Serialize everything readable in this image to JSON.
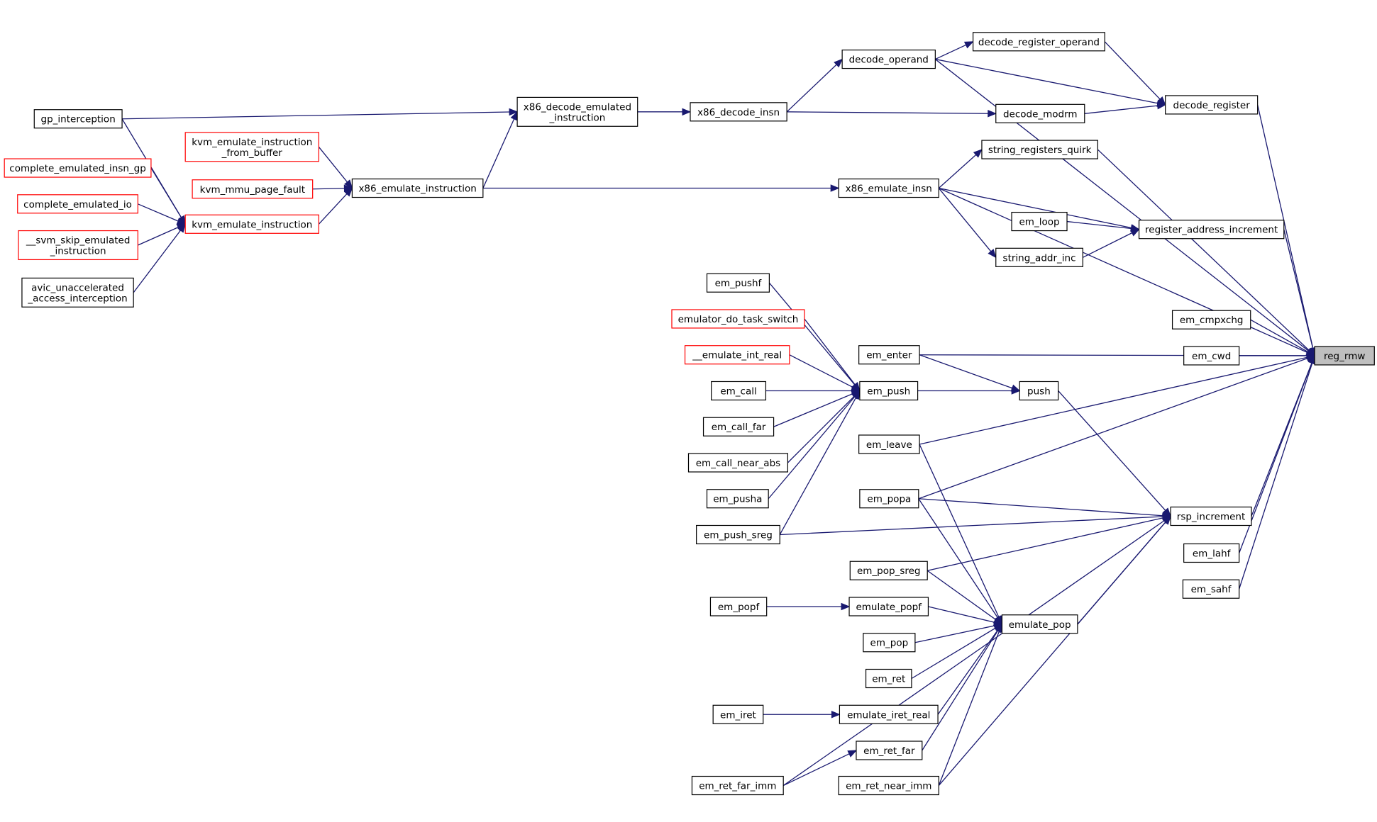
{
  "graph": {
    "root": "reg_rmw",
    "colors": {
      "edge": "#191970",
      "node_border": "#000000",
      "node_border_external": "#ff0000",
      "root_fill": "#bfbfbf",
      "background": "#ffffff"
    },
    "nodes": [
      {
        "id": "reg_rmw",
        "lines": [
          "reg_rmw"
        ],
        "style": "root"
      },
      {
        "id": "decode_register",
        "lines": [
          "decode_register"
        ],
        "style": "normal"
      },
      {
        "id": "decode_register_operand",
        "lines": [
          "decode_register_operand"
        ],
        "style": "normal"
      },
      {
        "id": "decode_operand",
        "lines": [
          "decode_operand"
        ],
        "style": "normal"
      },
      {
        "id": "decode_modrm",
        "lines": [
          "decode_modrm"
        ],
        "style": "normal"
      },
      {
        "id": "x86_decode_insn",
        "lines": [
          "x86_decode_insn"
        ],
        "style": "normal"
      },
      {
        "id": "x86_decode_emulated_instruction",
        "lines": [
          "x86_decode_emulated",
          "_instruction"
        ],
        "style": "normal"
      },
      {
        "id": "gp_interception",
        "lines": [
          "gp_interception"
        ],
        "style": "normal"
      },
      {
        "id": "kvm_emulate_instruction_from_buffer",
        "lines": [
          "kvm_emulate_instruction",
          "_from_buffer"
        ],
        "style": "external"
      },
      {
        "id": "complete_emulated_insn_gp",
        "lines": [
          "complete_emulated_insn_gp"
        ],
        "style": "external"
      },
      {
        "id": "kvm_mmu_page_fault",
        "lines": [
          "kvm_mmu_page_fault"
        ],
        "style": "external"
      },
      {
        "id": "x86_emulate_instruction",
        "lines": [
          "x86_emulate_instruction"
        ],
        "style": "normal"
      },
      {
        "id": "complete_emulated_io",
        "lines": [
          "complete_emulated_io"
        ],
        "style": "external"
      },
      {
        "id": "kvm_emulate_instruction",
        "lines": [
          "kvm_emulate_instruction"
        ],
        "style": "external"
      },
      {
        "id": "svm_skip_emulated_instruction",
        "lines": [
          "__svm_skip_emulated",
          "_instruction"
        ],
        "style": "external"
      },
      {
        "id": "avic_unaccelerated_access_interception",
        "lines": [
          "avic_unaccelerated",
          "_access_interception"
        ],
        "style": "normal"
      },
      {
        "id": "string_registers_quirk",
        "lines": [
          "string_registers_quirk"
        ],
        "style": "normal"
      },
      {
        "id": "x86_emulate_insn",
        "lines": [
          "x86_emulate_insn"
        ],
        "style": "normal"
      },
      {
        "id": "em_loop",
        "lines": [
          "em_loop"
        ],
        "style": "normal"
      },
      {
        "id": "register_address_increment",
        "lines": [
          "register_address_increment"
        ],
        "style": "normal"
      },
      {
        "id": "string_addr_inc",
        "lines": [
          "string_addr_inc"
        ],
        "style": "normal"
      },
      {
        "id": "em_pushf",
        "lines": [
          "em_pushf"
        ],
        "style": "normal"
      },
      {
        "id": "em_cmpxchg",
        "lines": [
          "em_cmpxchg"
        ],
        "style": "normal"
      },
      {
        "id": "emulator_do_task_switch",
        "lines": [
          "emulator_do_task_switch"
        ],
        "style": "external"
      },
      {
        "id": "em_cwd",
        "lines": [
          "em_cwd"
        ],
        "style": "normal"
      },
      {
        "id": "emulate_int_real",
        "lines": [
          "__emulate_int_real"
        ],
        "style": "external"
      },
      {
        "id": "em_enter",
        "lines": [
          "em_enter"
        ],
        "style": "normal"
      },
      {
        "id": "em_call",
        "lines": [
          "em_call"
        ],
        "style": "normal"
      },
      {
        "id": "em_push",
        "lines": [
          "em_push"
        ],
        "style": "normal"
      },
      {
        "id": "push",
        "lines": [
          "push"
        ],
        "style": "normal"
      },
      {
        "id": "em_call_far",
        "lines": [
          "em_call_far"
        ],
        "style": "normal"
      },
      {
        "id": "em_leave",
        "lines": [
          "em_leave"
        ],
        "style": "normal"
      },
      {
        "id": "em_call_near_abs",
        "lines": [
          "em_call_near_abs"
        ],
        "style": "normal"
      },
      {
        "id": "em_pusha",
        "lines": [
          "em_pusha"
        ],
        "style": "normal"
      },
      {
        "id": "em_popa",
        "lines": [
          "em_popa"
        ],
        "style": "normal"
      },
      {
        "id": "rsp_increment",
        "lines": [
          "rsp_increment"
        ],
        "style": "normal"
      },
      {
        "id": "em_push_sreg",
        "lines": [
          "em_push_sreg"
        ],
        "style": "normal"
      },
      {
        "id": "em_lahf",
        "lines": [
          "em_lahf"
        ],
        "style": "normal"
      },
      {
        "id": "em_pop_sreg",
        "lines": [
          "em_pop_sreg"
        ],
        "style": "normal"
      },
      {
        "id": "em_sahf",
        "lines": [
          "em_sahf"
        ],
        "style": "normal"
      },
      {
        "id": "em_popf",
        "lines": [
          "em_popf"
        ],
        "style": "normal"
      },
      {
        "id": "emulate_popf",
        "lines": [
          "emulate_popf"
        ],
        "style": "normal"
      },
      {
        "id": "emulate_pop",
        "lines": [
          "emulate_pop"
        ],
        "style": "normal"
      },
      {
        "id": "em_pop",
        "lines": [
          "em_pop"
        ],
        "style": "normal"
      },
      {
        "id": "em_ret",
        "lines": [
          "em_ret"
        ],
        "style": "normal"
      },
      {
        "id": "em_iret",
        "lines": [
          "em_iret"
        ],
        "style": "normal"
      },
      {
        "id": "emulate_iret_real",
        "lines": [
          "emulate_iret_real"
        ],
        "style": "normal"
      },
      {
        "id": "em_ret_far",
        "lines": [
          "em_ret_far"
        ],
        "style": "normal"
      },
      {
        "id": "em_ret_far_imm",
        "lines": [
          "em_ret_far_imm"
        ],
        "style": "normal"
      },
      {
        "id": "em_ret_near_imm",
        "lines": [
          "em_ret_near_imm"
        ],
        "style": "normal"
      }
    ],
    "edges": [
      [
        "decode_register",
        "reg_rmw"
      ],
      [
        "decode_operand",
        "reg_rmw"
      ],
      [
        "string_registers_quirk",
        "reg_rmw"
      ],
      [
        "register_address_increment",
        "reg_rmw"
      ],
      [
        "x86_emulate_insn",
        "reg_rmw"
      ],
      [
        "em_cmpxchg",
        "reg_rmw"
      ],
      [
        "em_cwd",
        "reg_rmw"
      ],
      [
        "em_enter",
        "reg_rmw"
      ],
      [
        "em_leave",
        "reg_rmw"
      ],
      [
        "em_popa",
        "reg_rmw"
      ],
      [
        "rsp_increment",
        "reg_rmw"
      ],
      [
        "em_lahf",
        "reg_rmw"
      ],
      [
        "em_sahf",
        "reg_rmw"
      ],
      [
        "decode_register_operand",
        "decode_register"
      ],
      [
        "decode_operand",
        "decode_register"
      ],
      [
        "decode_modrm",
        "decode_register"
      ],
      [
        "decode_operand",
        "decode_register_operand"
      ],
      [
        "x86_decode_insn",
        "decode_operand"
      ],
      [
        "x86_decode_insn",
        "decode_modrm"
      ],
      [
        "x86_decode_emulated_instruction",
        "x86_decode_insn"
      ],
      [
        "x86_emulate_instruction",
        "x86_decode_emulated_instruction"
      ],
      [
        "gp_interception",
        "x86_decode_emulated_instruction"
      ],
      [
        "gp_interception",
        "kvm_emulate_instruction"
      ],
      [
        "kvm_emulate_instruction_from_buffer",
        "x86_emulate_instruction"
      ],
      [
        "kvm_mmu_page_fault",
        "x86_emulate_instruction"
      ],
      [
        "kvm_emulate_instruction",
        "x86_emulate_instruction"
      ],
      [
        "complete_emulated_insn_gp",
        "kvm_emulate_instruction"
      ],
      [
        "complete_emulated_io",
        "kvm_emulate_instruction"
      ],
      [
        "svm_skip_emulated_instruction",
        "kvm_emulate_instruction"
      ],
      [
        "avic_unaccelerated_access_interception",
        "kvm_emulate_instruction"
      ],
      [
        "x86_emulate_insn",
        "string_registers_quirk"
      ],
      [
        "x86_emulate_instruction",
        "x86_emulate_insn"
      ],
      [
        "em_loop",
        "register_address_increment"
      ],
      [
        "string_addr_inc",
        "register_address_increment"
      ],
      [
        "x86_emulate_insn",
        "register_address_increment"
      ],
      [
        "x86_emulate_insn",
        "string_addr_inc"
      ],
      [
        "em_push",
        "push"
      ],
      [
        "em_enter",
        "push"
      ],
      [
        "push",
        "rsp_increment"
      ],
      [
        "em_pushf",
        "em_push"
      ],
      [
        "emulator_do_task_switch",
        "em_push"
      ],
      [
        "emulate_int_real",
        "em_push"
      ],
      [
        "em_call",
        "em_push"
      ],
      [
        "em_call_far",
        "em_push"
      ],
      [
        "em_call_near_abs",
        "em_push"
      ],
      [
        "em_pusha",
        "em_push"
      ],
      [
        "em_push_sreg",
        "em_push"
      ],
      [
        "em_popa",
        "rsp_increment"
      ],
      [
        "em_push_sreg",
        "rsp_increment"
      ],
      [
        "em_pop_sreg",
        "rsp_increment"
      ],
      [
        "emulate_pop",
        "rsp_increment"
      ],
      [
        "em_ret_far_imm",
        "rsp_increment"
      ],
      [
        "em_ret_near_imm",
        "rsp_increment"
      ],
      [
        "em_popf",
        "emulate_popf"
      ],
      [
        "emulate_popf",
        "emulate_pop"
      ],
      [
        "em_leave",
        "emulate_pop"
      ],
      [
        "em_popa",
        "emulate_pop"
      ],
      [
        "em_pop_sreg",
        "emulate_pop"
      ],
      [
        "em_pop",
        "emulate_pop"
      ],
      [
        "em_ret",
        "emulate_pop"
      ],
      [
        "emulate_iret_real",
        "emulate_pop"
      ],
      [
        "em_ret_far",
        "emulate_pop"
      ],
      [
        "em_ret_near_imm",
        "emulate_pop"
      ],
      [
        "em_iret",
        "emulate_iret_real"
      ],
      [
        "em_ret_far_imm",
        "em_ret_far"
      ]
    ]
  }
}
